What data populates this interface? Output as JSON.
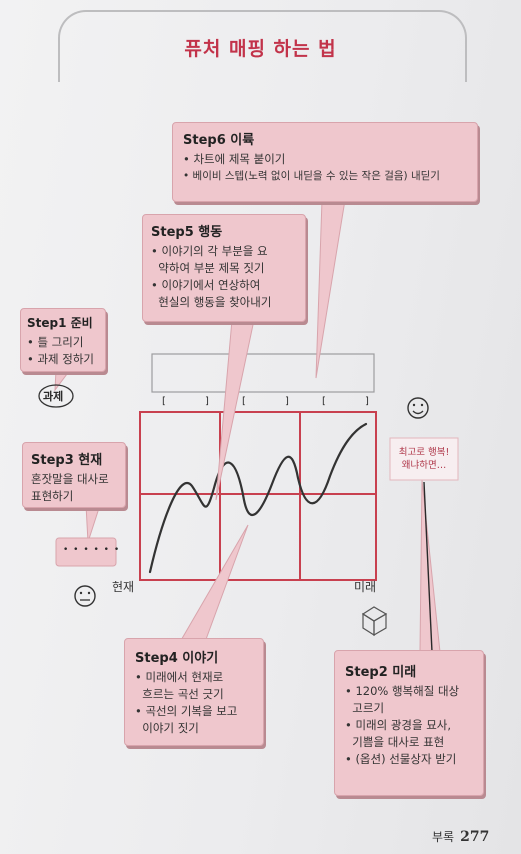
{
  "title": "퓨처 매핑 하는 법",
  "step6": {
    "heading": "Step6 이륙",
    "items": [
      "• 차트에 제목 붙이기",
      "• 베이비 스텝(노력 없이 내딛을 수 있는 작은 걸음) 내딛기"
    ]
  },
  "step5": {
    "heading": "Step5 행동",
    "lines": [
      "• 이야기의 각 부분을 요",
      "  약하여 부분 제목 짓기",
      "• 이야기에서 연상하여",
      "  현실의 행동을 찾아내기"
    ]
  },
  "step1": {
    "heading": "Step1 준비",
    "items": [
      "• 틀 그리기",
      "• 과제 정하기"
    ],
    "circle_label": "과제"
  },
  "step3": {
    "heading": "Step3 현재",
    "lines": [
      "혼잣말을 대사로",
      "표현하기"
    ],
    "bubble_text": "• • • • • •"
  },
  "step4": {
    "heading": "Step4 이야기",
    "lines": [
      "• 미래에서 현재로",
      "  흐르는 곡선 긋기",
      "• 곡선의 기복을 보고",
      "  이야기 짓기"
    ]
  },
  "step2": {
    "heading": "Step2 미래",
    "lines": [
      "• 120% 행복해질 대상",
      "  고르기",
      "• 미래의 광경을 묘사,",
      "  기쁨을 대사로 표현",
      "• (옵션) 선물상자 받기"
    ]
  },
  "future_note": [
    "최고로 행복!",
    "왜냐하면…"
  ],
  "axis": {
    "present": "현재",
    "future": "미래"
  },
  "brackets": [
    "[",
    "]",
    "[",
    "]",
    "[",
    "]"
  ],
  "footer": {
    "label": "부록",
    "page": "277"
  },
  "colors": {
    "accent": "#c2334a",
    "grid": "#c8404f",
    "box_fill": "#efc7cd"
  },
  "icons": [
    "happy-face-icon",
    "sad-face-icon",
    "gift-box-icon"
  ]
}
